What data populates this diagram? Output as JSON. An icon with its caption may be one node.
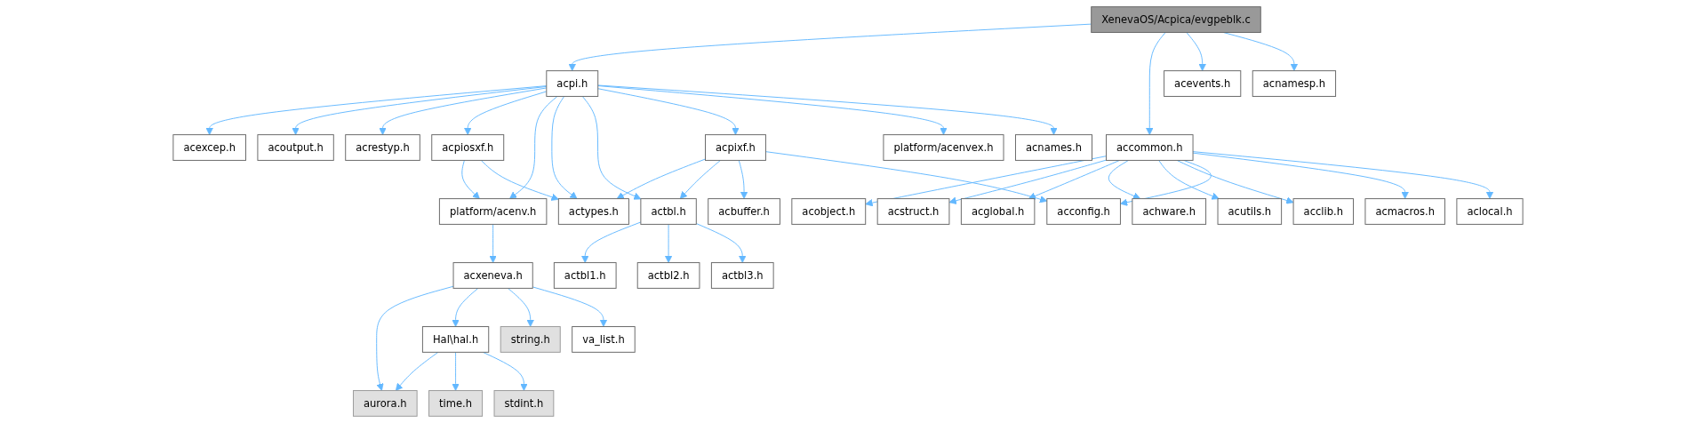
{
  "diagram": {
    "nodes": [
      {
        "text": [
          "XenevaOS/Acpica/evgpeblk.c"
        ]
      },
      {
        "text": [
          "acpi.h"
        ]
      },
      {
        "text": [
          "accommon.h"
        ]
      },
      {
        "text": [
          "acevents.h"
        ]
      },
      {
        "text": [
          "acnamesp.h"
        ]
      },
      {
        "text": [
          "acexcep.h"
        ]
      },
      {
        "text": [
          "acoutput.h"
        ]
      },
      {
        "text": [
          "acrestyp.h"
        ]
      },
      {
        "text": [
          "acpiosxf.h"
        ]
      },
      {
        "text": [
          "acpixf.h"
        ]
      },
      {
        "text": [
          "platform/acenvex.h"
        ]
      },
      {
        "text": [
          "acnames.h"
        ]
      },
      {
        "text": [
          "acobject.h"
        ]
      },
      {
        "text": [
          "acstruct.h"
        ]
      },
      {
        "text": [
          "acglobal.h"
        ]
      },
      {
        "text": [
          "achware.h"
        ]
      },
      {
        "text": [
          "acutils.h"
        ]
      },
      {
        "text": [
          "acclib.h"
        ]
      },
      {
        "text": [
          "acmacros.h"
        ]
      },
      {
        "text": [
          "aclocal.h"
        ]
      },
      {
        "text": [
          "platform/acenv.h"
        ]
      },
      {
        "text": [
          "actypes.h"
        ]
      },
      {
        "text": [
          "actbl.h"
        ]
      },
      {
        "text": [
          "acbuffer.h"
        ]
      },
      {
        "text": [
          "acconfig.h"
        ]
      },
      {
        "text": [
          "acxeneva.h"
        ]
      },
      {
        "text": [
          "actbl1.h"
        ]
      },
      {
        "text": [
          "actbl2.h"
        ]
      },
      {
        "text": [
          "actbl3.h"
        ]
      },
      {
        "text": [
          "Hal\\hal.h"
        ]
      },
      {
        "text": [
          "string.h"
        ]
      },
      {
        "text": [
          "va_list.h"
        ]
      },
      {
        "text": [
          "aurora.h"
        ]
      },
      {
        "text": [
          "time.h"
        ]
      },
      {
        "text": [
          "stdint.h"
        ]
      }
    ],
    "edges": [
      {
        "from": 0,
        "to": 1,
        "arrow": "to"
      },
      {
        "from": 0,
        "to": 2,
        "arrow": "to"
      },
      {
        "from": 0,
        "to": 3,
        "arrow": "to"
      },
      {
        "from": 0,
        "to": 4,
        "arrow": "to"
      },
      {
        "from": 1,
        "to": 5,
        "arrow": "to"
      },
      {
        "from": 1,
        "to": 6,
        "arrow": "to"
      },
      {
        "from": 1,
        "to": 7,
        "arrow": "to"
      },
      {
        "from": 1,
        "to": 8,
        "arrow": "to"
      },
      {
        "from": 1,
        "to": 20,
        "arrow": "to"
      },
      {
        "from": 1,
        "to": 21,
        "arrow": "to"
      },
      {
        "from": 1,
        "to": 22,
        "arrow": "to"
      },
      {
        "from": 1,
        "to": 9,
        "arrow": "to"
      },
      {
        "from": 1,
        "to": 10,
        "arrow": "to"
      },
      {
        "from": 1,
        "to": 11,
        "arrow": "to"
      },
      {
        "from": 8,
        "to": 20,
        "arrow": "to"
      },
      {
        "from": 8,
        "to": 21,
        "arrow": "to"
      },
      {
        "from": 9,
        "to": 21,
        "arrow": "to"
      },
      {
        "from": 9,
        "to": 22,
        "arrow": "to"
      },
      {
        "from": 9,
        "to": 23,
        "arrow": "to"
      },
      {
        "from": 9,
        "to": 24,
        "arrow": "to"
      },
      {
        "from": 22,
        "to": 26,
        "arrow": "to"
      },
      {
        "from": 22,
        "to": 27,
        "arrow": "to"
      },
      {
        "from": 22,
        "to": 28,
        "arrow": "to"
      },
      {
        "from": 20,
        "to": 25,
        "arrow": "to"
      },
      {
        "from": 25,
        "to": 32,
        "arrow": "to"
      },
      {
        "from": 25,
        "to": 29,
        "arrow": "to"
      },
      {
        "from": 25,
        "to": 30,
        "arrow": "to"
      },
      {
        "from": 25,
        "to": 31,
        "arrow": "to"
      },
      {
        "from": 29,
        "to": 32,
        "arrow": "to"
      },
      {
        "from": 29,
        "to": 33,
        "arrow": "to"
      },
      {
        "from": 29,
        "to": 34,
        "arrow": "to"
      },
      {
        "from": 2,
        "to": 12,
        "arrow": "to"
      },
      {
        "from": 2,
        "to": 13,
        "arrow": "to"
      },
      {
        "from": 2,
        "to": 14,
        "arrow": "to"
      },
      {
        "from": 2,
        "to": 15,
        "arrow": "to"
      },
      {
        "from": 2,
        "to": 16,
        "arrow": "to"
      },
      {
        "from": 2,
        "to": 17,
        "arrow": "to"
      },
      {
        "from": 2,
        "to": 24,
        "arrow": "to"
      },
      {
        "from": 2,
        "to": 18,
        "arrow": "to"
      },
      {
        "from": 2,
        "to": 19,
        "arrow": "to"
      }
    ]
  }
}
